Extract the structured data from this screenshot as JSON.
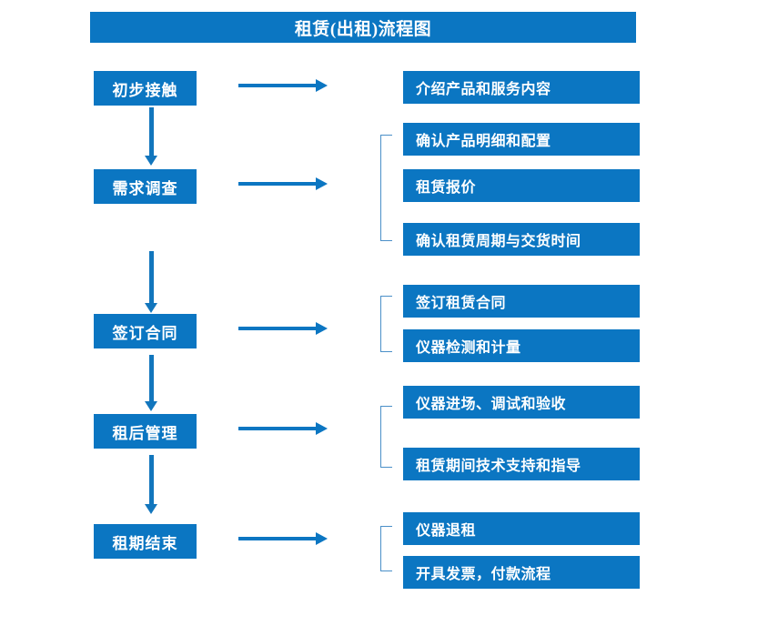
{
  "diagram": {
    "title": "租赁(出租)流程图",
    "accent_color": "#0b76c2",
    "bracket_color": "#4a8fc8",
    "background_color": "#ffffff",
    "stages": [
      {
        "label": "初步接触",
        "details": [
          "介绍产品和服务内容"
        ]
      },
      {
        "label": "需求调查",
        "details": [
          "确认产品明细和配置",
          "租赁报价",
          "确认租赁周期与交货时间"
        ]
      },
      {
        "label": "签订合同",
        "details": [
          "签订租赁合同",
          "仪器检测和计量"
        ]
      },
      {
        "label": "租后管理",
        "details": [
          "仪器进场、调试和验收",
          "租赁期间技术支持和指导"
        ]
      },
      {
        "label": "租期结束",
        "details": [
          "仪器退租",
          "开具发票，付款流程"
        ]
      }
    ]
  }
}
